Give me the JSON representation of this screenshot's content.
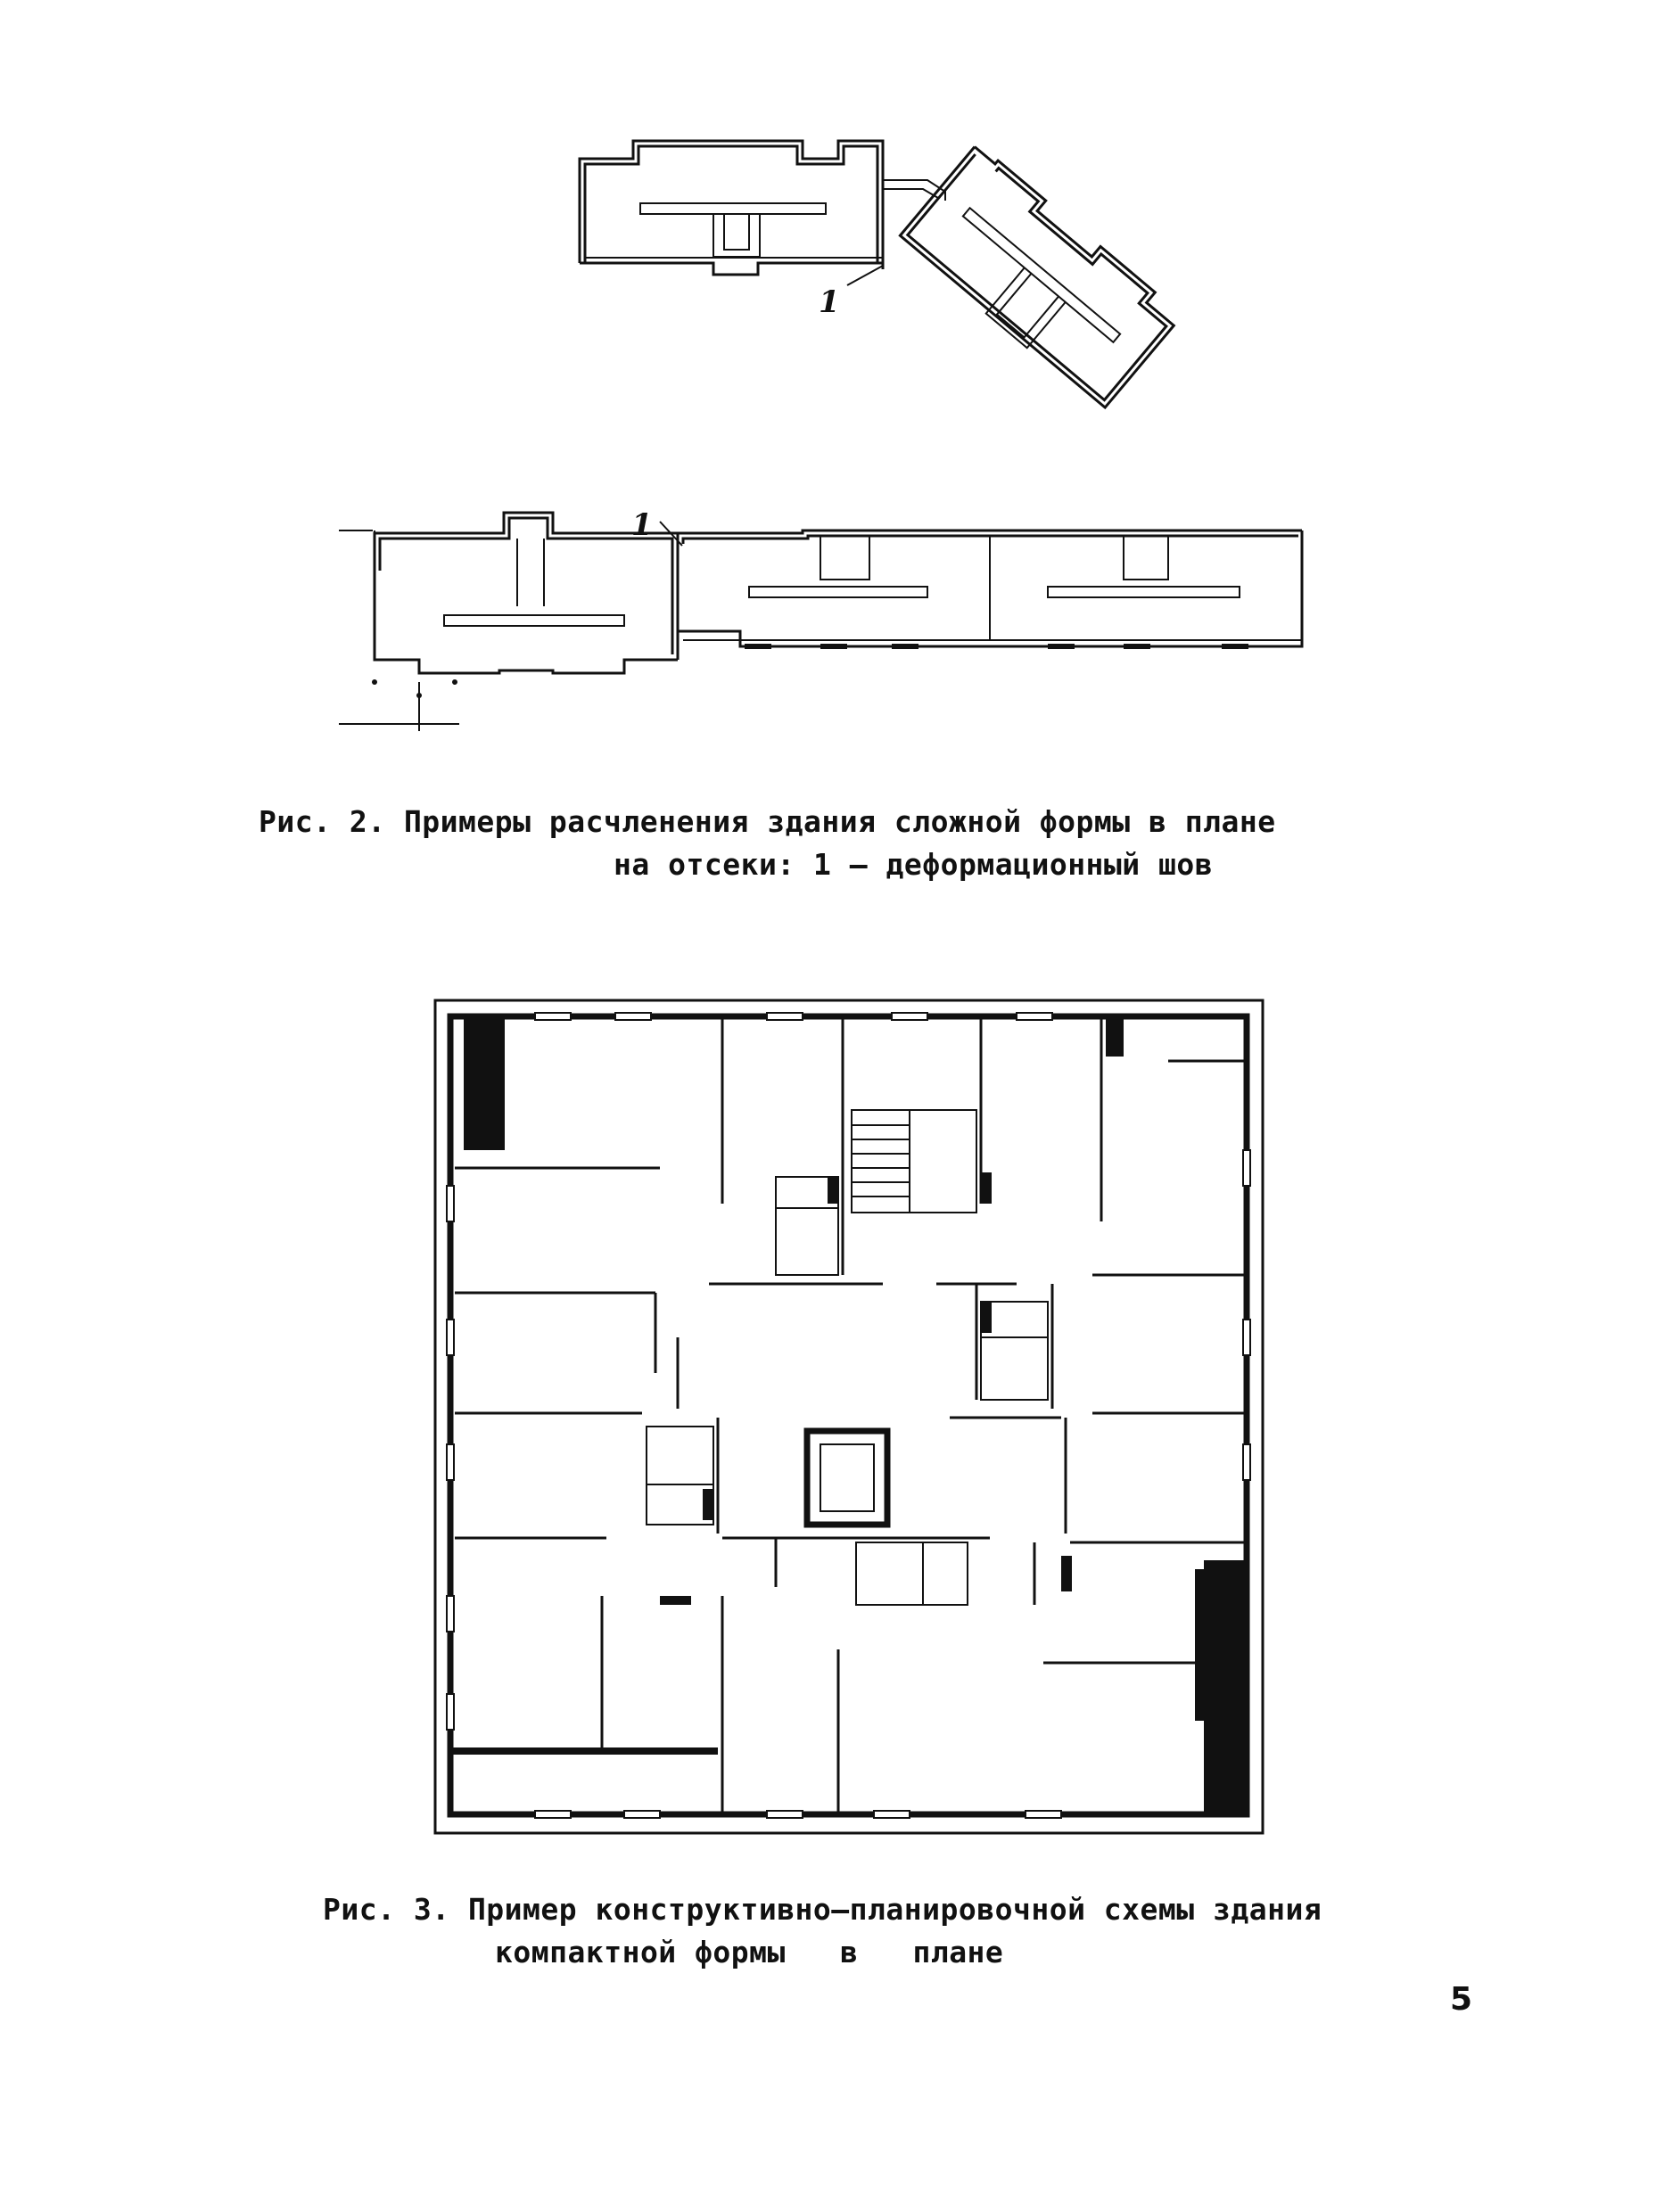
{
  "figure2": {
    "callout_top": "1",
    "callout_bottom": "1",
    "caption_line1": "Рис. 2. Примеры расчленения здания сложной формы в плане",
    "caption_line2": "на отсеки: 1 – деформационный шов"
  },
  "figure3": {
    "caption_line1": "Рис. 3. Пример конструктивно–планировочной схемы здания",
    "caption_line2": "компактной формы   в   плане"
  },
  "page_number": "5"
}
